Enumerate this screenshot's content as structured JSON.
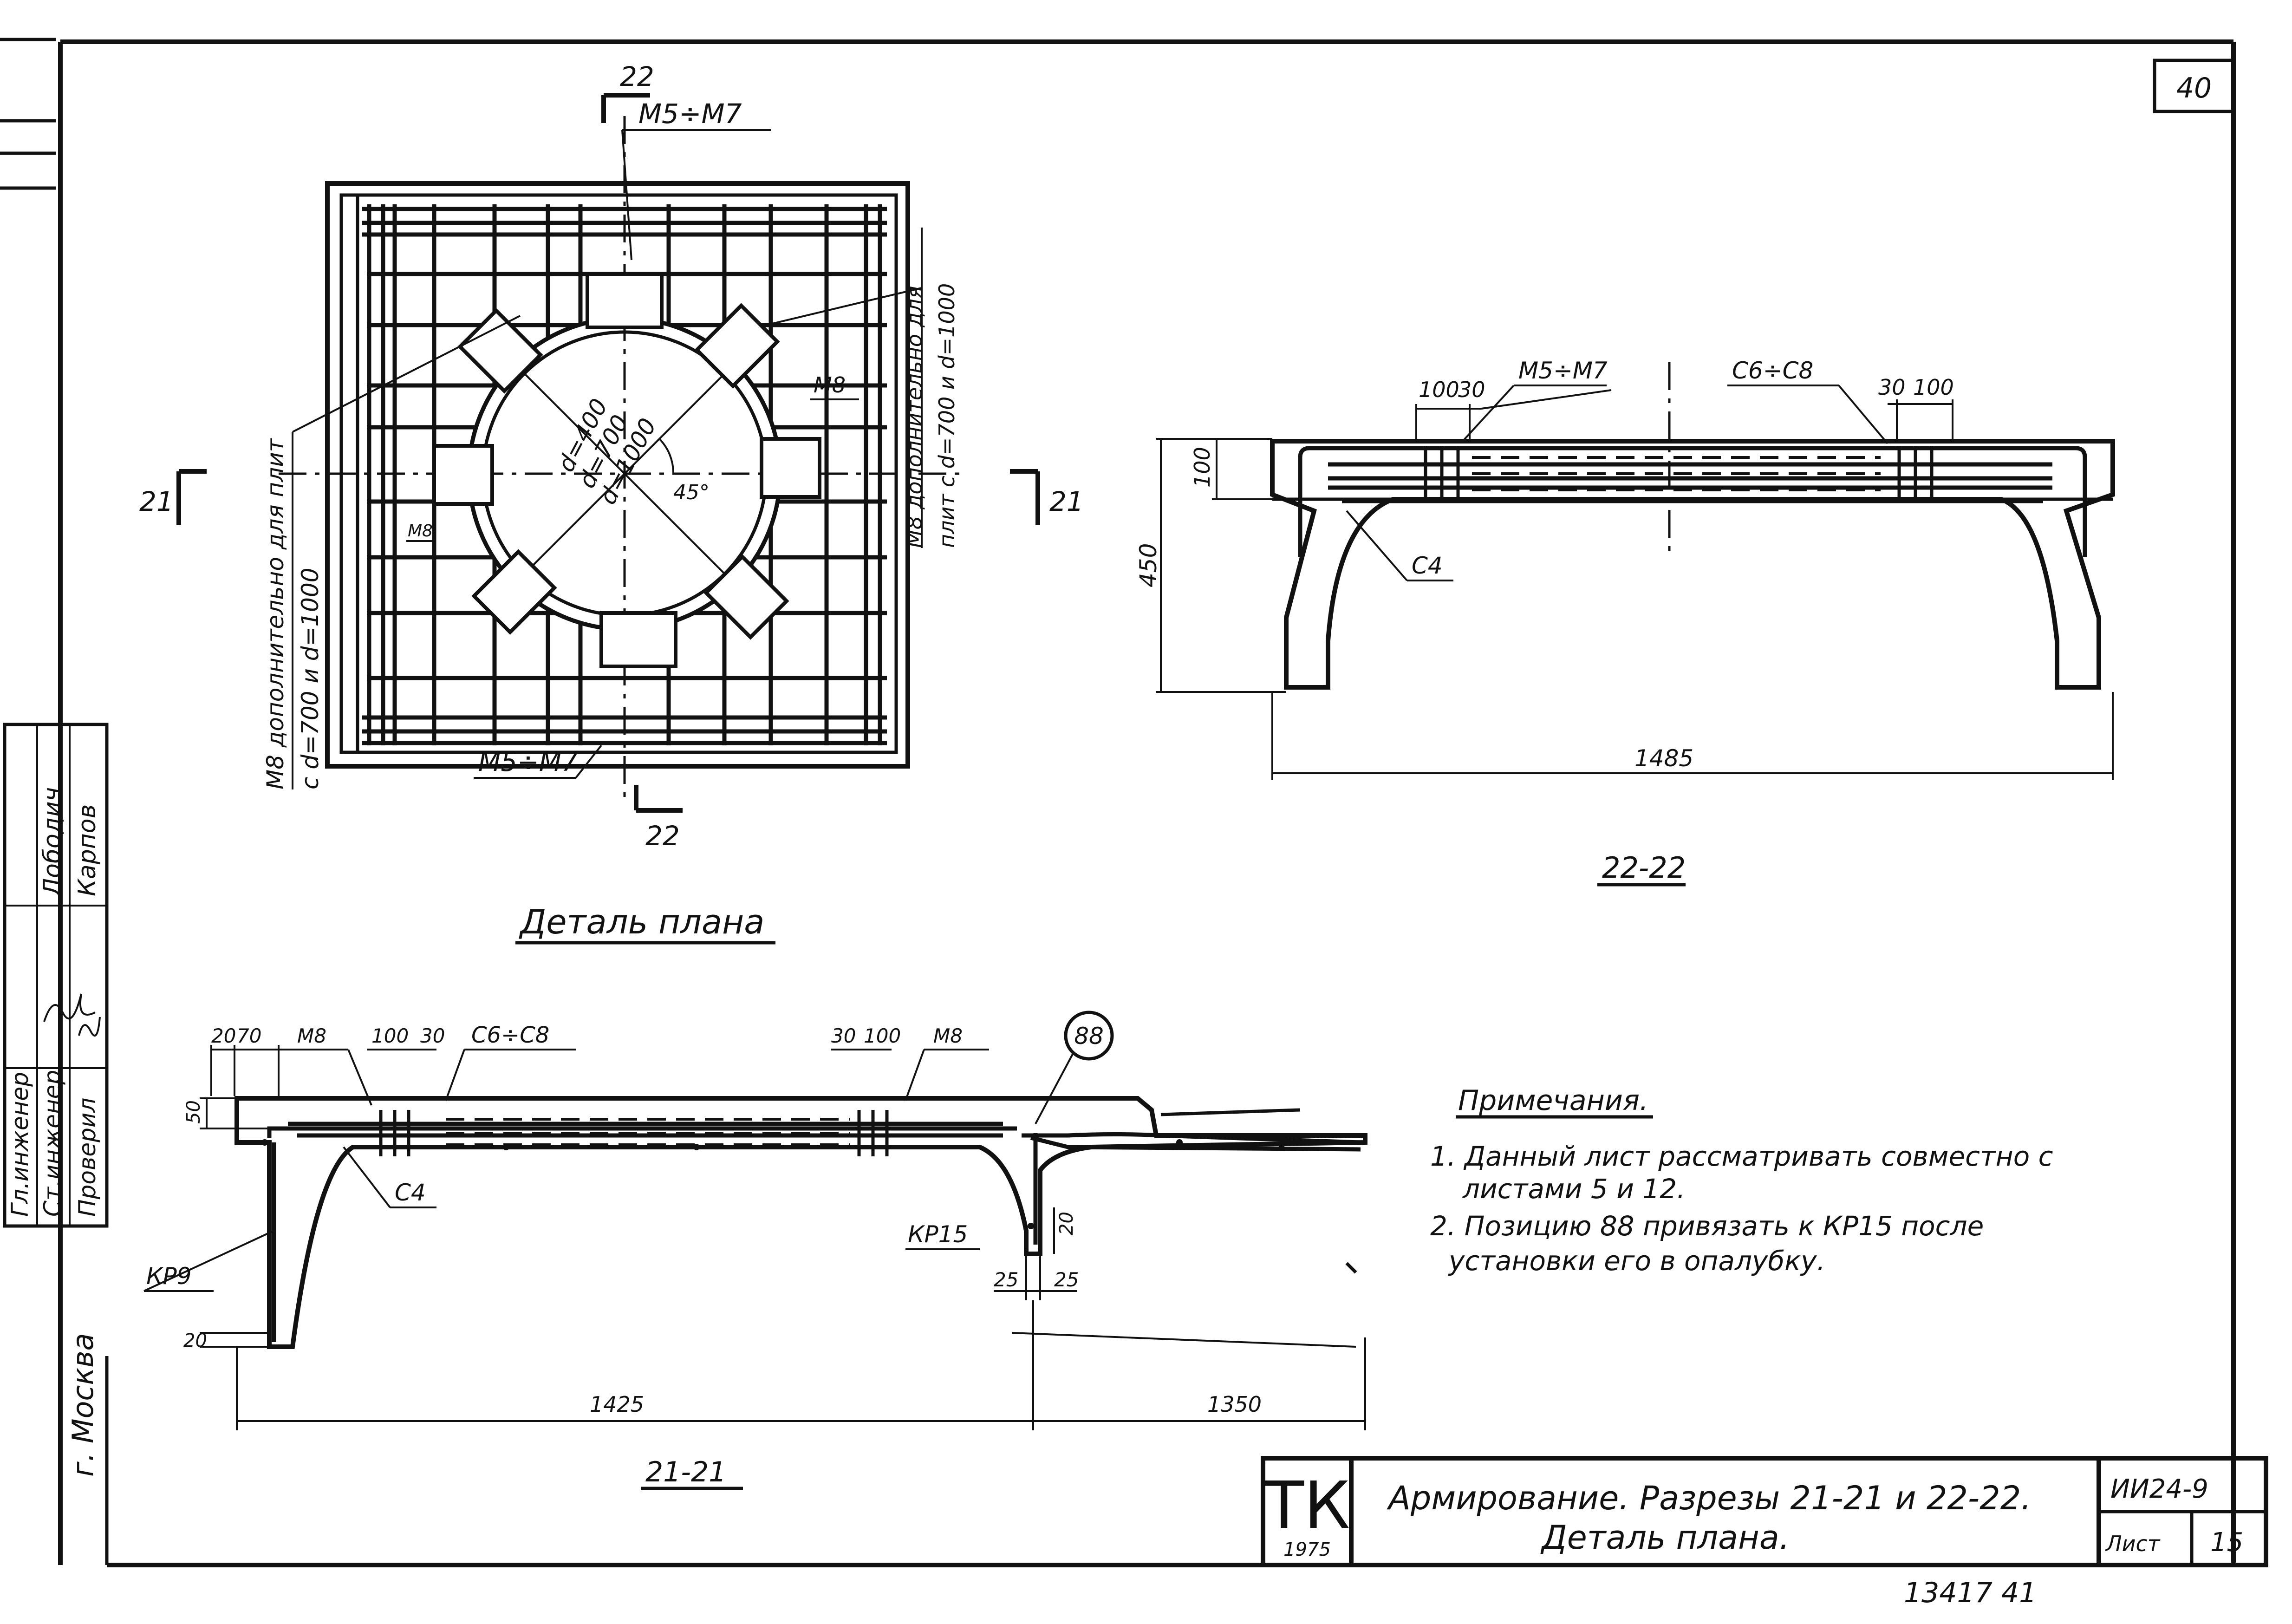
{
  "sheet": {
    "sheet_corner_number": "40",
    "stamp_tk": "ТК",
    "stamp_year": "1975",
    "title_line1": "Армирование. Разрезы 21-21 и 22-22.",
    "title_line2": "Деталь плана.",
    "code": "ИИ24-9",
    "list_label": "Лист",
    "list_number": "15",
    "bottom_numbers": "13417   41",
    "city": "г. Москва",
    "staff_roles": [
      "Гл.инженер",
      "Ст.инженер",
      "Проверил"
    ],
    "staff_names": [
      "Лободич",
      "Карпов"
    ]
  },
  "plan": {
    "caption": "Деталь плана",
    "cut_22": "22",
    "cut_21": "21",
    "label_m5m7": "М5÷М7",
    "label_m8": "М8",
    "label_m8_side_left": "М8 дополнительно для плит",
    "label_m8_side_left2": "с d=700 и d=1000",
    "label_m8_side_right": "М8 дополнительно для",
    "label_m8_side_right2": "плит с d=700 и d=1000",
    "diam_1": "d=400",
    "diam_2": "d=700",
    "diam_3": "d=1000",
    "angle": "45°"
  },
  "sec22": {
    "caption": "22-22",
    "dim_100a": "100",
    "dim_30a": "30",
    "label_m5m7": "М5÷М7",
    "label_c6c8": "С6÷С8",
    "dim_30b": "30",
    "dim_100b": "100",
    "dim_100_v": "100",
    "dim_450": "450",
    "label_c4": "С4",
    "dim_1485": "1485"
  },
  "sec21": {
    "caption": "21-21",
    "dim_20": "20",
    "dim_70": "70",
    "label_m8a": "М8",
    "dim_100a": "100",
    "dim_30a": "30",
    "label_c6c8": "С6÷С8",
    "dim_30b": "30",
    "dim_100b": "100",
    "label_m8b": "М8",
    "pos_88": "88",
    "dim_50": "50",
    "label_c4": "С4",
    "label_kp9": "КР9",
    "label_kp15": "КР15",
    "dim_20v": "20",
    "dim_25a": "25",
    "dim_25b": "25",
    "dim_20b": "20",
    "dim_1425": "1425",
    "dim_1350": "1350"
  },
  "notes": {
    "heading": "Примечания.",
    "n1_line1": "1. Данный лист рассматривать совместно с",
    "n1_line2": "листами 5 и 12.",
    "n2_line1": "2. Позицию 88 привязать к КР15 после",
    "n2_line2": "установки его в опалубку."
  }
}
